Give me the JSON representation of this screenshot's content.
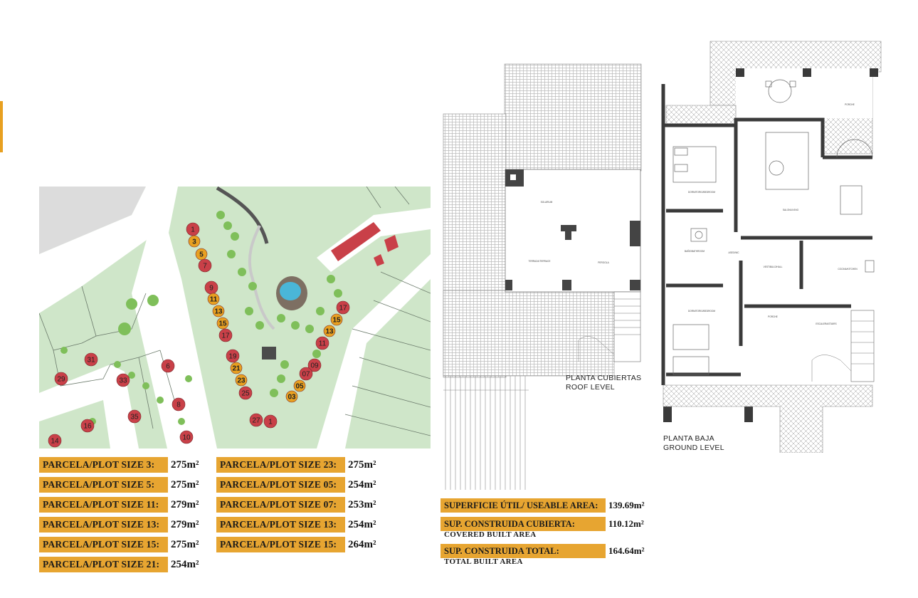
{
  "colors": {
    "accent": "#e7a531",
    "lawn": "#cfe6c9",
    "road": "#ffffff",
    "house_red": "#c94048",
    "plot_highlight": "#e8a020",
    "pool": "#4ab6d8"
  },
  "site_plan": {
    "plot_markers": [
      "1",
      "3",
      "5",
      "7",
      "9",
      "11",
      "13",
      "15",
      "17",
      "19",
      "21",
      "23",
      "25",
      "17",
      "15",
      "13",
      "11",
      "09",
      "07",
      "05",
      "03",
      "27",
      "1",
      "31",
      "29",
      "33",
      "6",
      "35",
      "8",
      "16",
      "10",
      "14"
    ],
    "highlighted_plots": [
      "3",
      "5",
      "11",
      "13",
      "15",
      "21",
      "23",
      "15",
      "13",
      "07",
      "05"
    ]
  },
  "plot_sizes_left": [
    {
      "label": "PARCELA/PLOT SIZE 3:",
      "value": "275m²"
    },
    {
      "label": "PARCELA/PLOT SIZE 5:",
      "value": "275m²"
    },
    {
      "label": "PARCELA/PLOT SIZE 11:",
      "value": "279m²"
    },
    {
      "label": "PARCELA/PLOT SIZE 13:",
      "value": "279m²"
    },
    {
      "label": "PARCELA/PLOT SIZE 15:",
      "value": "275m²"
    },
    {
      "label": "PARCELA/PLOT SIZE 21:",
      "value": "254m²"
    }
  ],
  "plot_sizes_right": [
    {
      "label": "PARCELA/PLOT SIZE 23:",
      "value": "275m²"
    },
    {
      "label": "PARCELA/PLOT SIZE 05:",
      "value": "254m²"
    },
    {
      "label": "PARCELA/PLOT SIZE 07:",
      "value": "253m²"
    },
    {
      "label": "PARCELA/PLOT SIZE 13:",
      "value": "254m²"
    },
    {
      "label": "PARCELA/PLOT SIZE 15:",
      "value": "264m²"
    }
  ],
  "roof_plan": {
    "caption_line1": "PLANTA CUBIERTAS",
    "caption_line2": "ROOF LEVEL",
    "rooms": [
      "SOLARIUM",
      "TERRAZA/TERRACE",
      "PERGOLA"
    ]
  },
  "ground_plan": {
    "caption_line1": "PLANTA BAJA",
    "caption_line2": "GROUND LEVEL",
    "rooms": [
      "PORCHE",
      "DORMITORIO/BEDROOM",
      "SALON/LIVING",
      "BAÑO/BATHROOM",
      "ASEO/WC",
      "VESTIBULO/HALL",
      "COCINA/KITCHEN",
      "DORMITORIO/BEDROOM",
      "PORCHE",
      "ESCALERA/STAIRS"
    ]
  },
  "areas": {
    "useable_label": "SUPERFICIE ÚTIL/ USEABLE AREA:",
    "useable_value": "139.69m²",
    "covered_label": "SUP. CONSTRUIDA CUBIERTA:",
    "covered_sub": "COVERED BUILT AREA",
    "covered_value": "110.12m²",
    "total_label": "SUP. CONSTRUIDA TOTAL:",
    "total_sub": "TOTAL BUILT AREA",
    "total_value": "164.64m²"
  }
}
